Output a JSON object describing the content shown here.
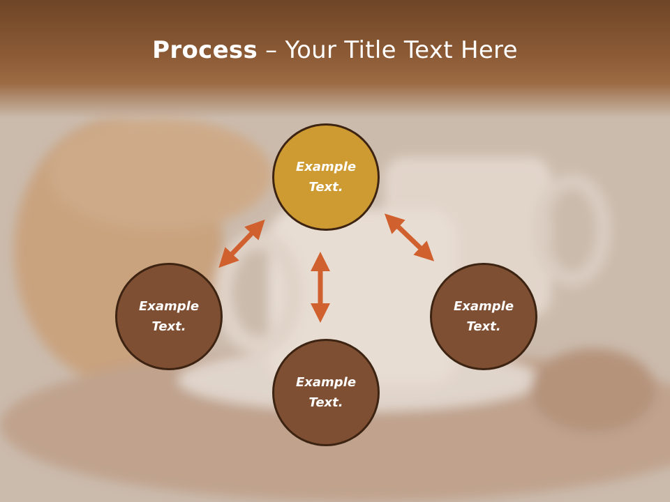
{
  "title": {
    "bold": "Process",
    "rest": " – Your Title Text Here"
  },
  "nodes": {
    "top": "Example\nText.",
    "left": "Example\nText.",
    "right": "Example\nText.",
    "bottom": "Example\nText."
  },
  "colors": {
    "header": "#8b5a35",
    "node_brown": "#7e4f33",
    "node_gold": "#cd9b32",
    "node_border": "#3d2412",
    "arrow": "#d0602e"
  }
}
